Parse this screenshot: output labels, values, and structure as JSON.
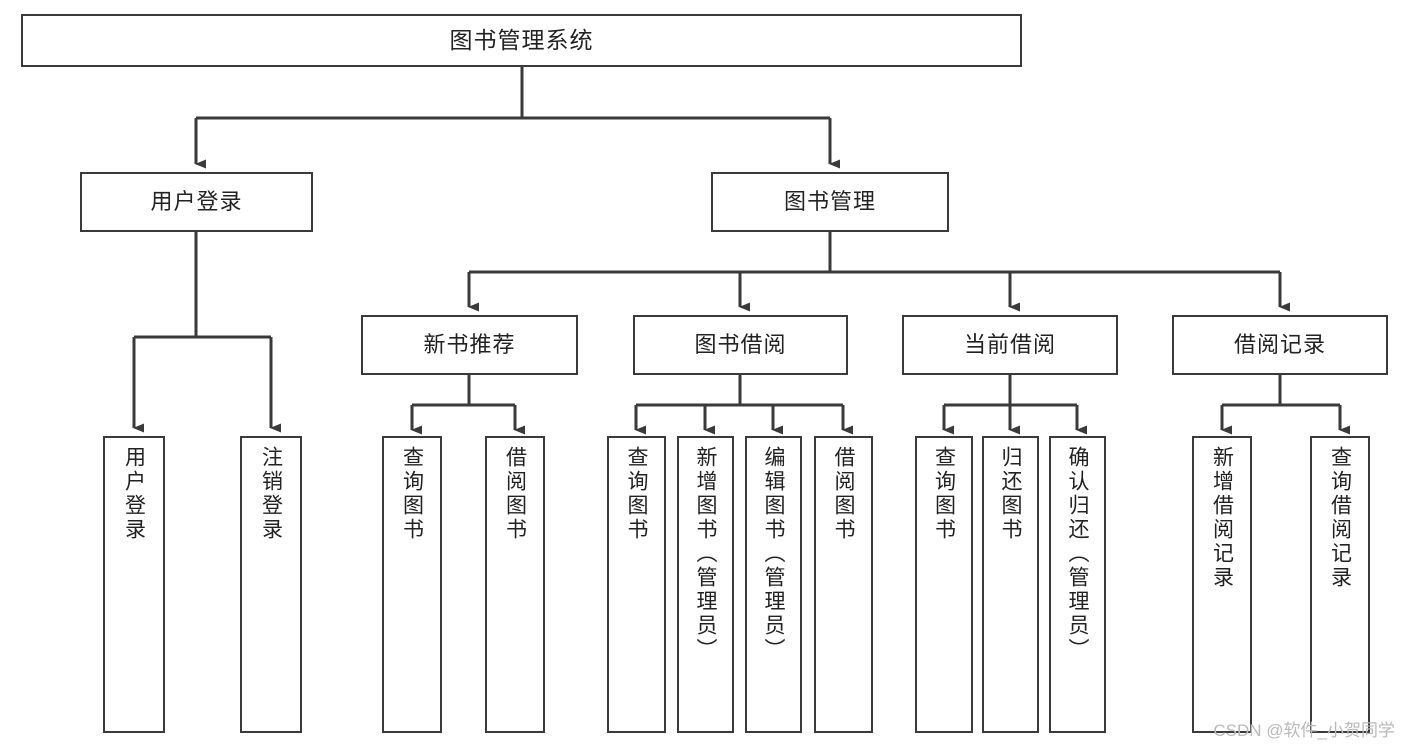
{
  "diagram": {
    "type": "tree",
    "title": "图书管理系统",
    "root": {
      "id": "root",
      "label": "图书管理系统"
    },
    "level2": [
      {
        "id": "user-login",
        "label": "用户登录"
      },
      {
        "id": "book-manage",
        "label": "图书管理"
      }
    ],
    "level3": [
      {
        "id": "new-book-rec",
        "label": "新书推荐",
        "parent": "book-manage"
      },
      {
        "id": "book-borrow",
        "label": "图书借阅",
        "parent": "book-manage"
      },
      {
        "id": "current-borrow",
        "label": "当前借阅",
        "parent": "book-manage"
      },
      {
        "id": "borrow-record",
        "label": "借阅记录",
        "parent": "book-manage"
      }
    ],
    "leaves": [
      {
        "id": "leaf-user-login",
        "label": "用户登录",
        "parent": "user-login"
      },
      {
        "id": "leaf-logout",
        "label": "注销登录",
        "parent": "user-login"
      },
      {
        "id": "leaf-query-book-1",
        "label": "查询图书",
        "parent": "new-book-rec"
      },
      {
        "id": "leaf-borrow-book-1",
        "label": "借阅图书",
        "parent": "new-book-rec"
      },
      {
        "id": "leaf-query-book-2",
        "label": "查询图书",
        "parent": "book-borrow"
      },
      {
        "id": "leaf-add-book",
        "label": "新增图书（管理员）",
        "parent": "book-borrow"
      },
      {
        "id": "leaf-edit-book",
        "label": "编辑图书（管理员）",
        "parent": "book-borrow"
      },
      {
        "id": "leaf-borrow-book-2",
        "label": "借阅图书",
        "parent": "book-borrow"
      },
      {
        "id": "leaf-query-book-3",
        "label": "查询图书",
        "parent": "current-borrow"
      },
      {
        "id": "leaf-return-book",
        "label": "归还图书",
        "parent": "current-borrow"
      },
      {
        "id": "leaf-confirm-return",
        "label": "确认归还（管理员）",
        "parent": "current-borrow"
      },
      {
        "id": "leaf-add-record",
        "label": "新增借阅记录",
        "parent": "borrow-record"
      },
      {
        "id": "leaf-query-record",
        "label": "查询借阅记录",
        "parent": "borrow-record"
      }
    ]
  },
  "watermark": {
    "text": "CSDN @软件_小贺同学"
  },
  "colors": {
    "background": "#ffffff",
    "box_border": "#3a3a3a",
    "box_fill": "#ffffff",
    "text": "#222222",
    "connector": "#3a3a3a",
    "watermark": "#b9b9b9"
  }
}
